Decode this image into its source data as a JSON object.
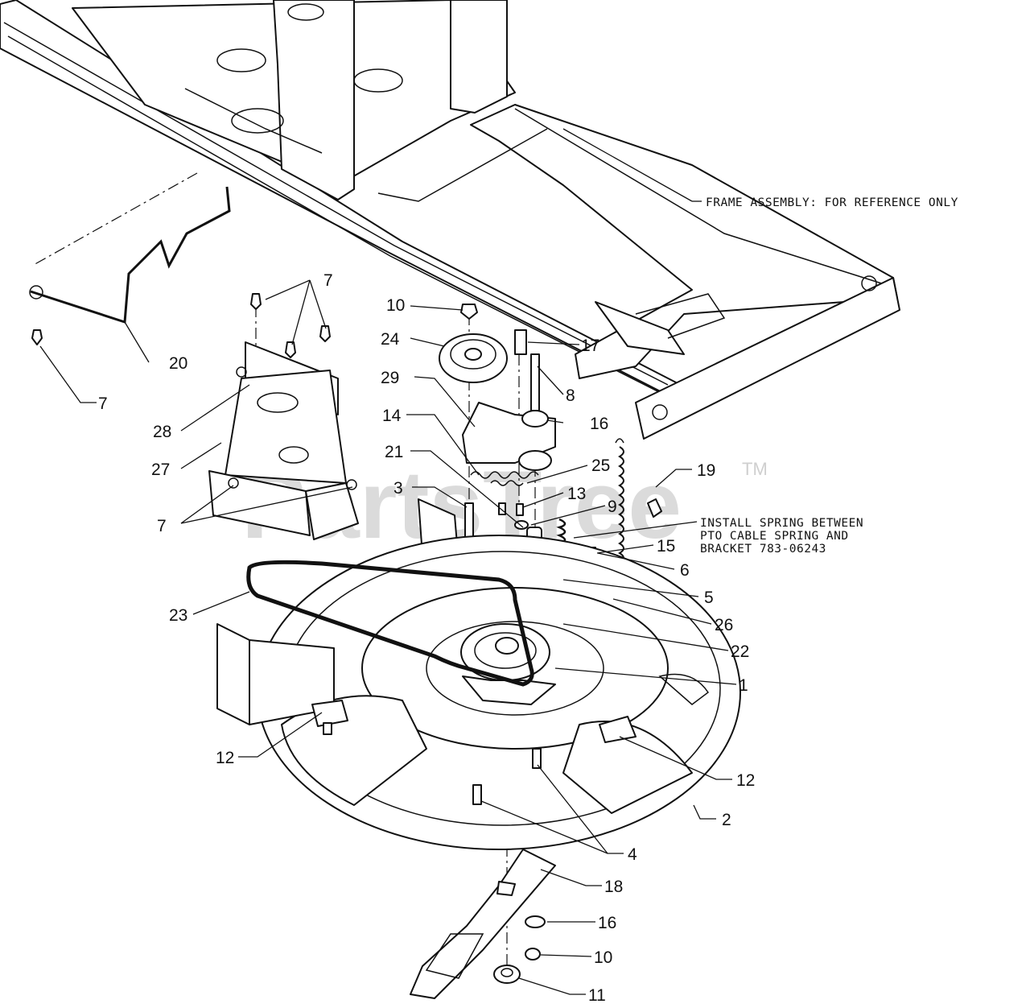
{
  "notes": {
    "frame": "FRAME ASSEMBLY: FOR REFERENCE ONLY",
    "spring_line1": "INSTALL SPRING BETWEEN",
    "spring_line2": "PTO CABLE SPRING AND",
    "spring_line3": "BRACKET 783-06243"
  },
  "watermark": {
    "text": "PartsTree",
    "trademark": "TM"
  },
  "callouts": [
    {
      "id": "c-7a",
      "label": "7"
    },
    {
      "id": "c-7b",
      "label": "7"
    },
    {
      "id": "c-7c",
      "label": "7"
    },
    {
      "id": "c-20",
      "label": "20"
    },
    {
      "id": "c-28",
      "label": "28"
    },
    {
      "id": "c-27",
      "label": "27"
    },
    {
      "id": "c-10a",
      "label": "10"
    },
    {
      "id": "c-24",
      "label": "24"
    },
    {
      "id": "c-17",
      "label": "17"
    },
    {
      "id": "c-8",
      "label": "8"
    },
    {
      "id": "c-29",
      "label": "29"
    },
    {
      "id": "c-16a",
      "label": "16"
    },
    {
      "id": "c-14",
      "label": "14"
    },
    {
      "id": "c-21",
      "label": "21"
    },
    {
      "id": "c-25",
      "label": "25"
    },
    {
      "id": "c-19",
      "label": "19"
    },
    {
      "id": "c-3",
      "label": "3"
    },
    {
      "id": "c-13",
      "label": "13"
    },
    {
      "id": "c-9",
      "label": "9"
    },
    {
      "id": "c-15",
      "label": "15"
    },
    {
      "id": "c-6",
      "label": "6"
    },
    {
      "id": "c-5",
      "label": "5"
    },
    {
      "id": "c-23",
      "label": "23"
    },
    {
      "id": "c-26",
      "label": "26"
    },
    {
      "id": "c-22",
      "label": "22"
    },
    {
      "id": "c-1",
      "label": "1"
    },
    {
      "id": "c-12a",
      "label": "12"
    },
    {
      "id": "c-12b",
      "label": "12"
    },
    {
      "id": "c-2",
      "label": "2"
    },
    {
      "id": "c-4",
      "label": "4"
    },
    {
      "id": "c-18",
      "label": "18"
    },
    {
      "id": "c-16b",
      "label": "16"
    },
    {
      "id": "c-10b",
      "label": "10"
    },
    {
      "id": "c-11",
      "label": "11"
    }
  ]
}
